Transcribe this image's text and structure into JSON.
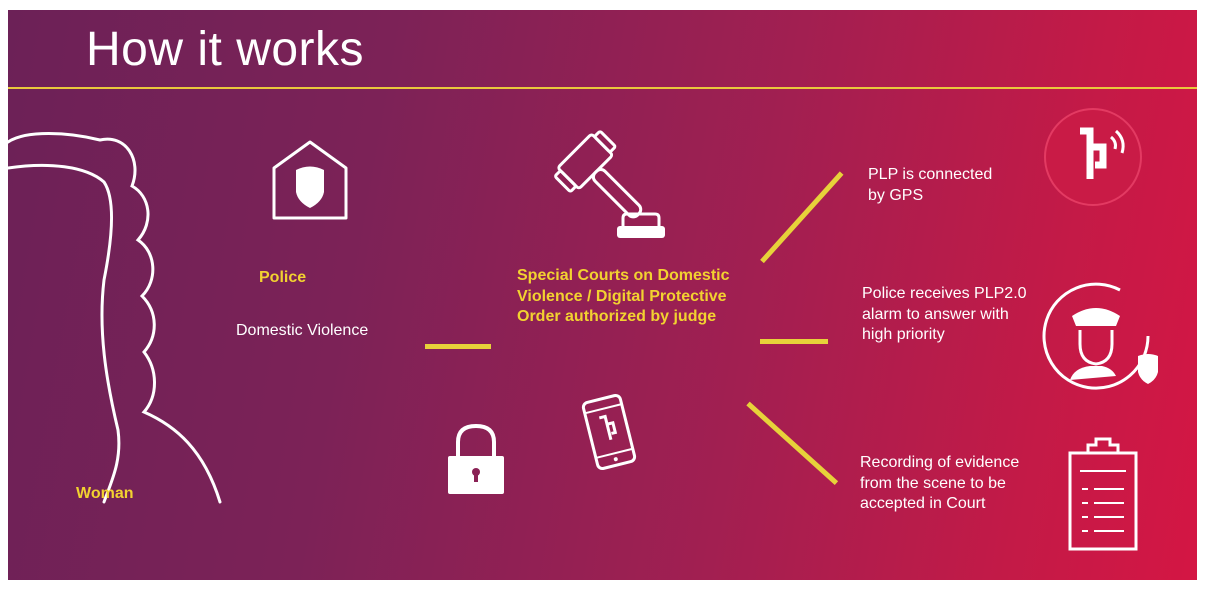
{
  "title": "How it works",
  "woman_label": "Woman",
  "police_label": "Police",
  "domestic_violence_text": "Domestic Violence",
  "court_text": "Special Courts on Domestic Violence / Digital Protective Order authorized by judge",
  "outcomes": [
    {
      "text": "PLP is connected by GPS",
      "icon": "plp-gps-logo-icon"
    },
    {
      "text": "Police receives PLP2.0 alarm to answer with high priority",
      "icon": "police-officer-icon"
    },
    {
      "text": "Recording of evidence from the scene to be accepted in Court",
      "icon": "clipboard-icon"
    }
  ],
  "icons": [
    "woman-silhouette-icon",
    "police-house-icon",
    "gavel-icon",
    "padlock-icon",
    "phone-app-icon"
  ],
  "colors": {
    "accent": "#f2d230",
    "background_start": "#6c2157",
    "background_end": "#d41644",
    "line": "#e7d23a"
  }
}
